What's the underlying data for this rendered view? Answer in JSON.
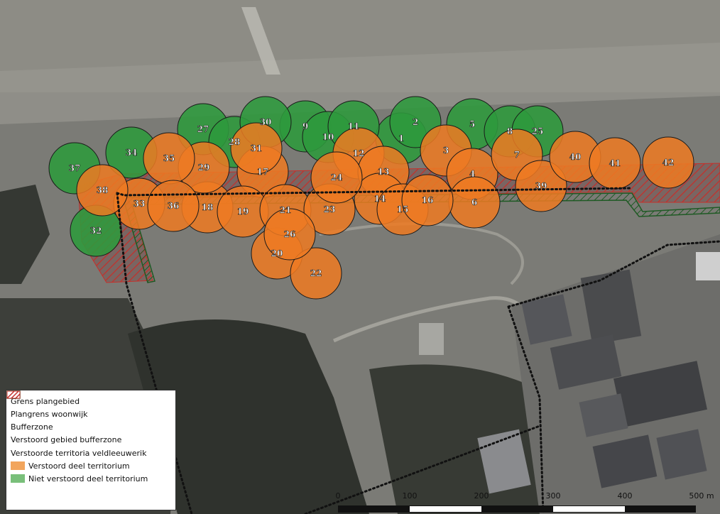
{
  "map": {
    "territories": [
      {
        "id": "1",
        "status": "undisturbed"
      },
      {
        "id": "2",
        "status": "undisturbed"
      },
      {
        "id": "3",
        "status": "disturbed"
      },
      {
        "id": "4",
        "status": "disturbed"
      },
      {
        "id": "5",
        "status": "undisturbed"
      },
      {
        "id": "6",
        "status": "disturbed"
      },
      {
        "id": "7",
        "status": "disturbed"
      },
      {
        "id": "8",
        "status": "undisturbed"
      },
      {
        "id": "9",
        "status": "undisturbed"
      },
      {
        "id": "10",
        "status": "undisturbed"
      },
      {
        "id": "11",
        "status": "undisturbed"
      },
      {
        "id": "12",
        "status": "disturbed"
      },
      {
        "id": "13",
        "status": "disturbed"
      },
      {
        "id": "14",
        "status": "disturbed"
      },
      {
        "id": "15",
        "status": "disturbed"
      },
      {
        "id": "16",
        "status": "disturbed"
      },
      {
        "id": "17",
        "status": "disturbed"
      },
      {
        "id": "18",
        "status": "disturbed"
      },
      {
        "id": "19",
        "status": "disturbed"
      },
      {
        "id": "20",
        "status": "disturbed"
      },
      {
        "id": "21",
        "status": "disturbed"
      },
      {
        "id": "22",
        "status": "disturbed"
      },
      {
        "id": "23",
        "status": "disturbed"
      },
      {
        "id": "24",
        "status": "disturbed"
      },
      {
        "id": "25",
        "status": "undisturbed"
      },
      {
        "id": "26",
        "status": "disturbed"
      },
      {
        "id": "27",
        "status": "undisturbed"
      },
      {
        "id": "28",
        "status": "undisturbed"
      },
      {
        "id": "29",
        "status": "disturbed"
      },
      {
        "id": "30",
        "status": "undisturbed"
      },
      {
        "id": "31",
        "status": "disturbed"
      },
      {
        "id": "32",
        "status": "undisturbed"
      },
      {
        "id": "33",
        "status": "disturbed"
      },
      {
        "id": "34",
        "status": "undisturbed"
      },
      {
        "id": "35",
        "status": "disturbed"
      },
      {
        "id": "36",
        "status": "disturbed"
      },
      {
        "id": "37",
        "status": "undisturbed"
      },
      {
        "id": "38",
        "status": "disturbed"
      },
      {
        "id": "39",
        "status": "disturbed"
      },
      {
        "id": "40",
        "status": "disturbed"
      },
      {
        "id": "41",
        "status": "disturbed"
      },
      {
        "id": "42",
        "status": "disturbed"
      }
    ]
  },
  "legend": {
    "group1_title": "Grens plangebied",
    "items1": [
      {
        "label": "Plangrens woonwijk",
        "icon": "dotted-boundary-icon"
      },
      {
        "label": "Bufferzone",
        "icon": "hatched-green-icon"
      },
      {
        "label": "Verstoord gebied bufferzone",
        "icon": "hatched-red-icon"
      }
    ],
    "group2_title": "Verstoorde territoria veldleeuwerik",
    "items2": [
      {
        "label": "Verstoord deel territorium",
        "icon": "orange-swatch-icon"
      },
      {
        "label": "Niet verstoord deel territorium",
        "icon": "green-swatch-icon"
      }
    ]
  },
  "scalebar": {
    "ticks": [
      "0",
      "100",
      "200",
      "300",
      "400",
      "500 m"
    ]
  },
  "colors": {
    "disturbed": "#ee7a22",
    "undisturbed": "#2e9a3c",
    "disturbed_fill": "#f07d1e",
    "buffer_stroke": "#1f5a24",
    "hatch_red": "#c4302b"
  }
}
